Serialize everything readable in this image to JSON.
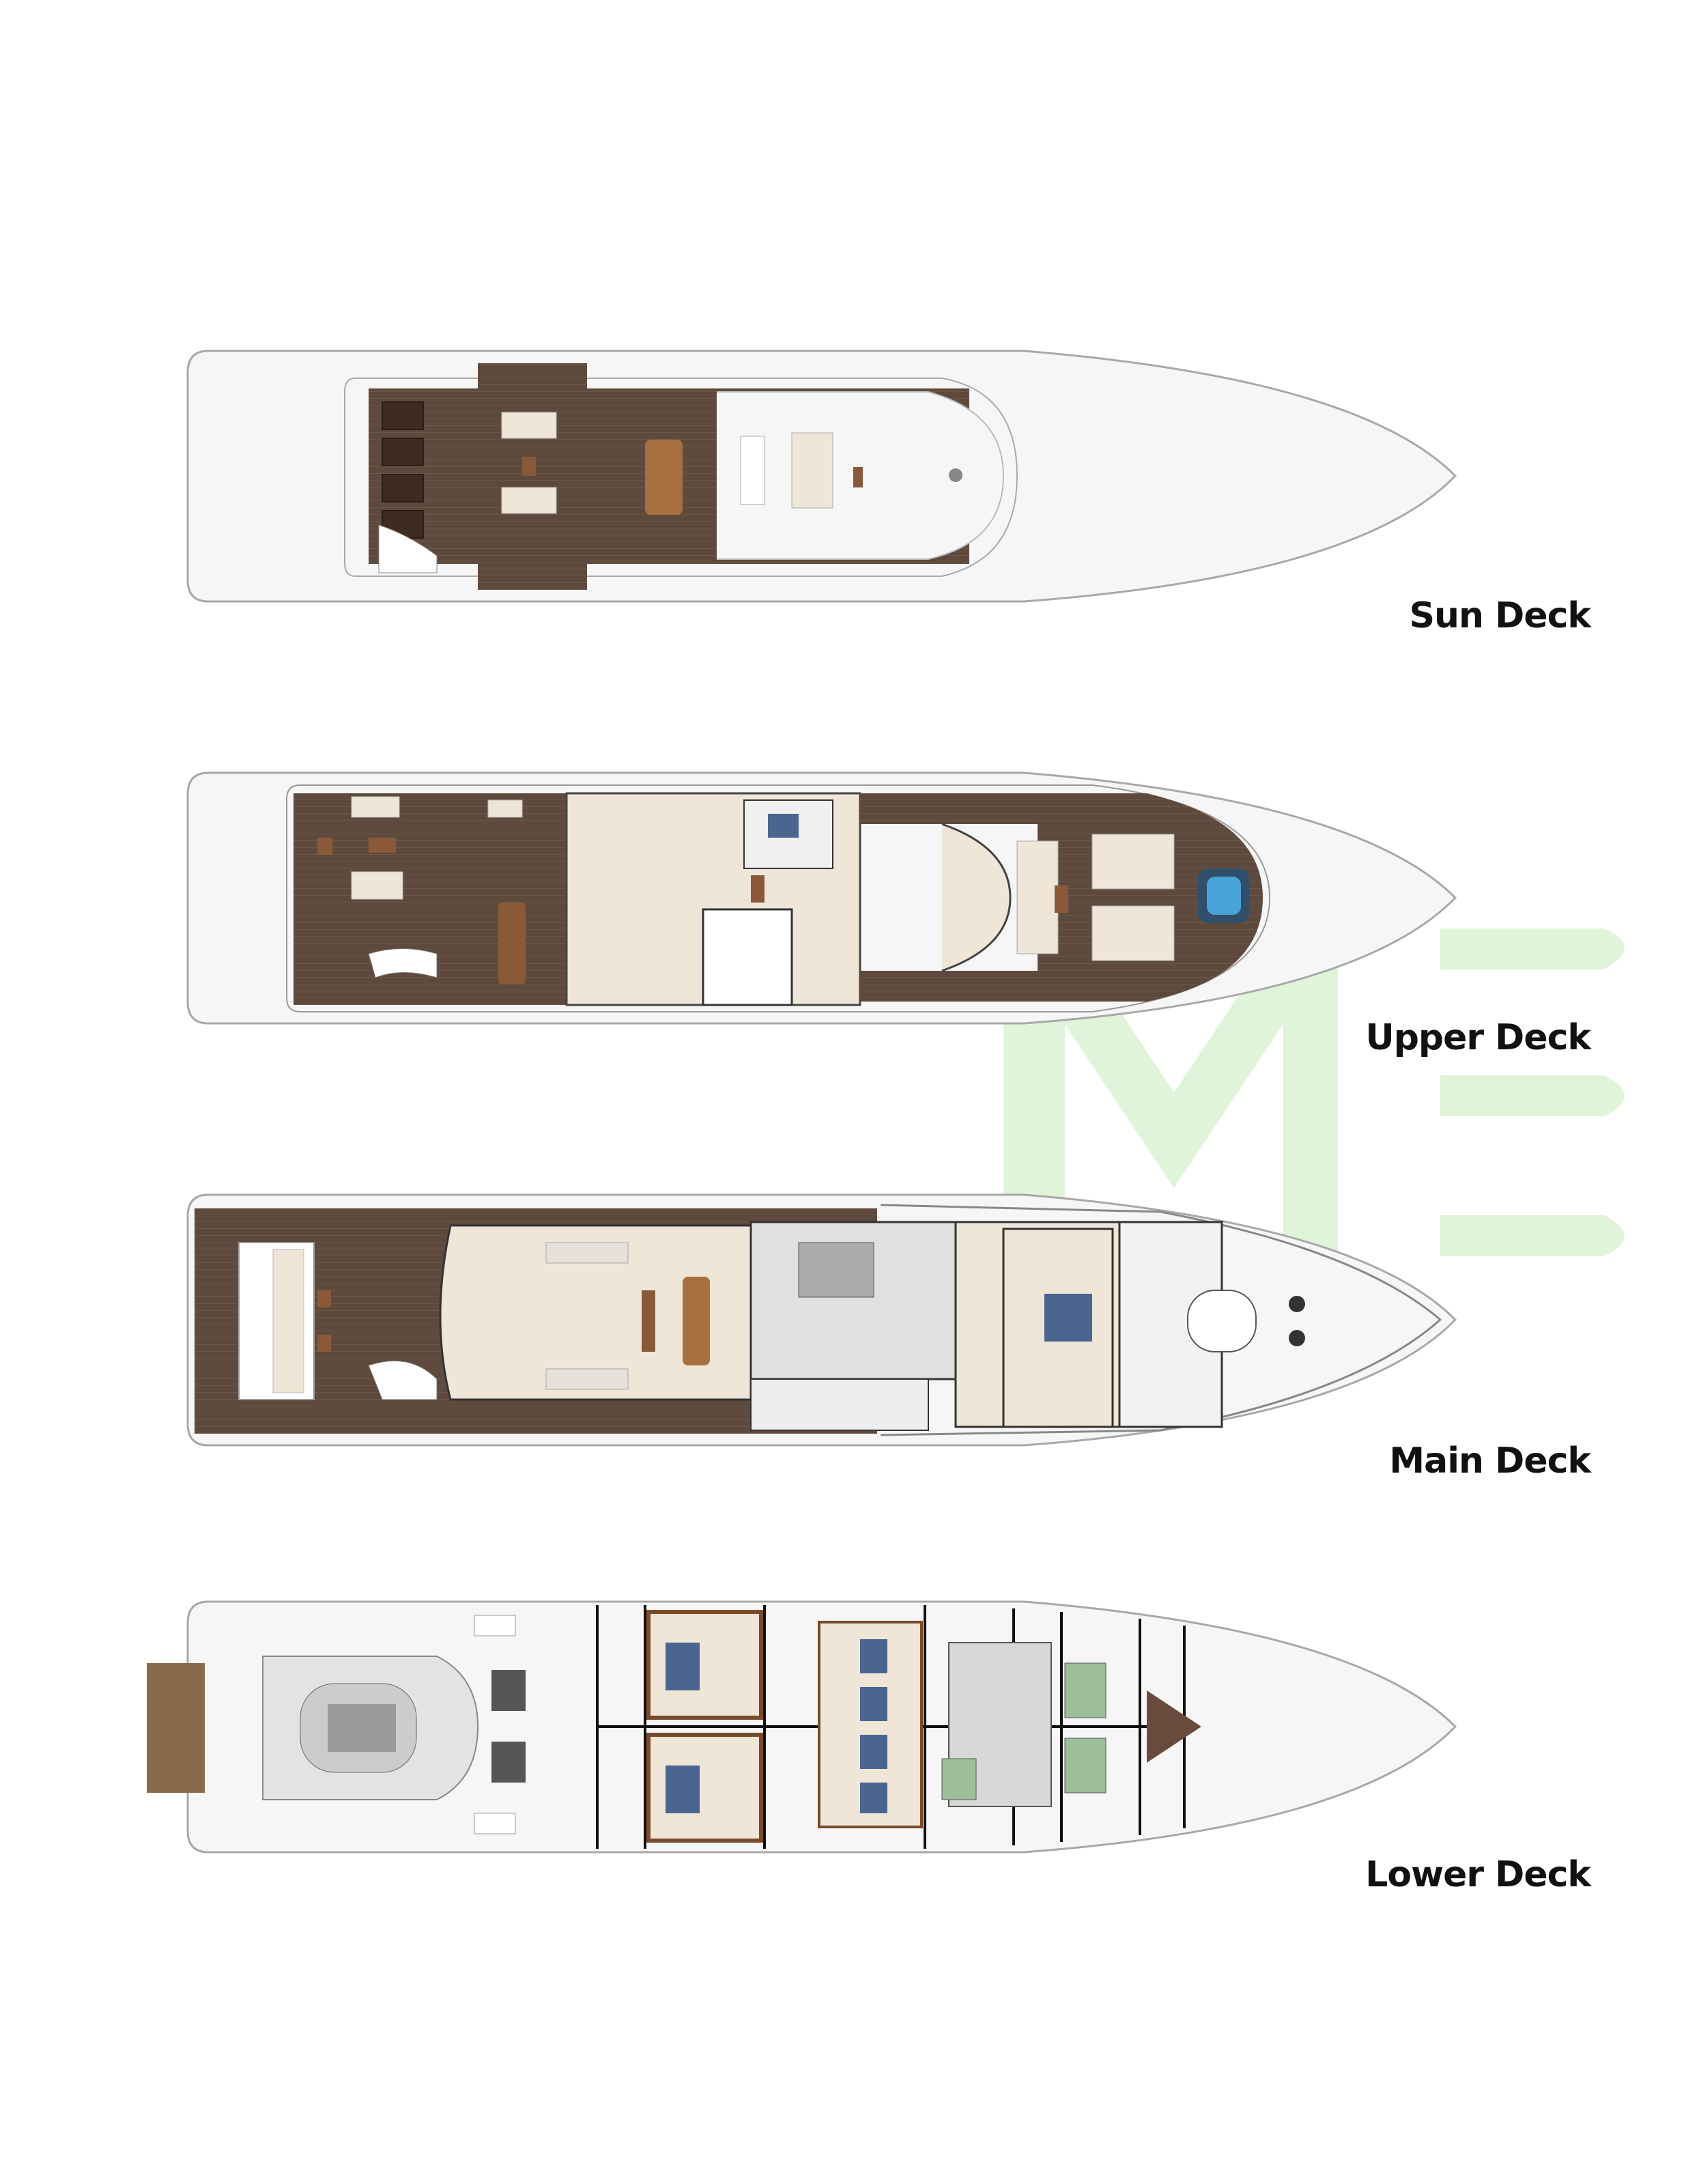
{
  "decks": [
    {
      "name": "Sun Deck"
    },
    {
      "name": "Upper Deck"
    },
    {
      "name": "Main Deck"
    },
    {
      "name": "Lower Deck"
    }
  ],
  "watermark": {
    "text": "ME",
    "color": "#d6f0cc"
  },
  "colors": {
    "teak": "#5e4a3c",
    "wood": "#8a5a38",
    "cream": "#efe6d8",
    "blue": "#4a6590",
    "green": "#9cbf9a",
    "hull": "#f7f7f7",
    "line": "#9a9a9a"
  }
}
